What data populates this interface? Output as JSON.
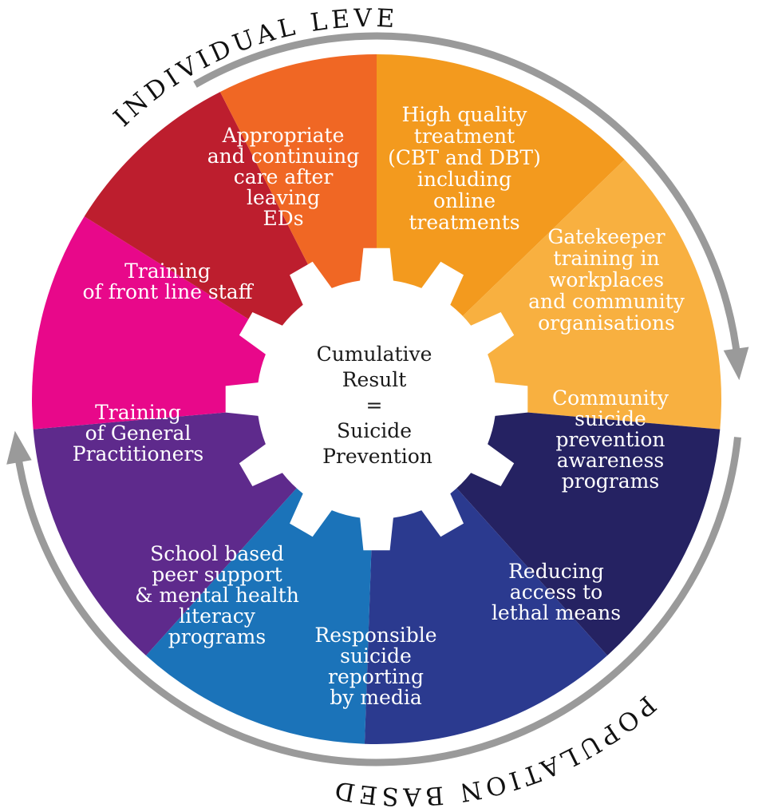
{
  "diagram": {
    "outer_top_label": "INDIVIDUAL LEVEL",
    "outer_bottom_label": "POPULATION BASED",
    "center": {
      "lines": [
        "Cumulative",
        "Result",
        "=",
        "Suicide",
        "Prevention"
      ]
    },
    "segments": [
      {
        "id": "high-quality-treatment",
        "color": "#f39a1e",
        "lines": [
          "High quality",
          "treatment",
          "(CBT and DBT)",
          "including",
          "online",
          "treatments"
        ]
      },
      {
        "id": "gatekeeper-training",
        "color": "#f8b040",
        "lines": [
          "Gatekeeper",
          "training in",
          "workplaces",
          "and community",
          "organisations"
        ]
      },
      {
        "id": "community-awareness",
        "color": "#252262",
        "lines": [
          "Community",
          "suicide",
          "prevention",
          "awareness",
          "programs"
        ]
      },
      {
        "id": "reducing-access",
        "color": "#2b3a8f",
        "lines": [
          "Reducing",
          "access to",
          "lethal means"
        ]
      },
      {
        "id": "responsible-reporting",
        "color": "#1b73b9",
        "lines": [
          "Responsible",
          "suicide",
          "reporting",
          "by media"
        ]
      },
      {
        "id": "school-peer-support",
        "color": "#5e2a8c",
        "lines": [
          "School based",
          "peer support",
          "& mental health",
          "literacy",
          "programs"
        ]
      },
      {
        "id": "training-gps",
        "color": "#e8088a",
        "lines": [
          "Training",
          "of General",
          "Practitioners"
        ]
      },
      {
        "id": "training-front-line",
        "color": "#bd1e2e",
        "lines": [
          "Training",
          "of front line staff"
        ]
      },
      {
        "id": "continuing-care",
        "color": "#f06724",
        "lines": [
          "Appropriate",
          "and continuing",
          "care after",
          "leaving",
          "EDs"
        ]
      }
    ],
    "ring_color": "#9a9a9a"
  }
}
